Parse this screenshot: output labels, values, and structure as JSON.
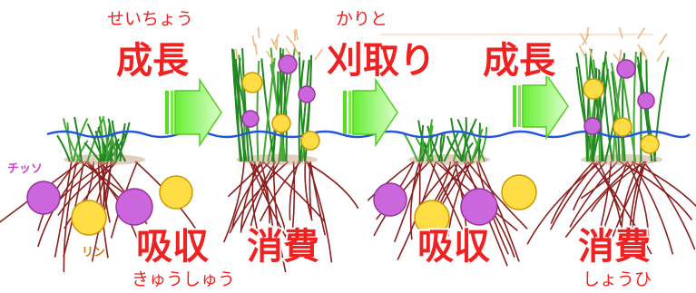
{
  "labels": {
    "growth": "成長",
    "growth_reading": "せいちょう",
    "harvest": "刈取り",
    "harvest_reading": "かりと",
    "absorption": "吸収",
    "absorption_reading": "きゅうしゅう",
    "consumption": "消費",
    "consumption_reading": "しょうひ",
    "nitrogen": "チッソ",
    "phosphorus": "リン"
  },
  "colors": {
    "label_red": "#ee2222",
    "grass_green": "#228822",
    "root_brown": "#8b2020",
    "water_blue": "#2255dd",
    "nitrogen_purple": "#cc66dd",
    "phosphorus_yellow": "#ffdd44",
    "arrow_green": "#aaff77"
  }
}
